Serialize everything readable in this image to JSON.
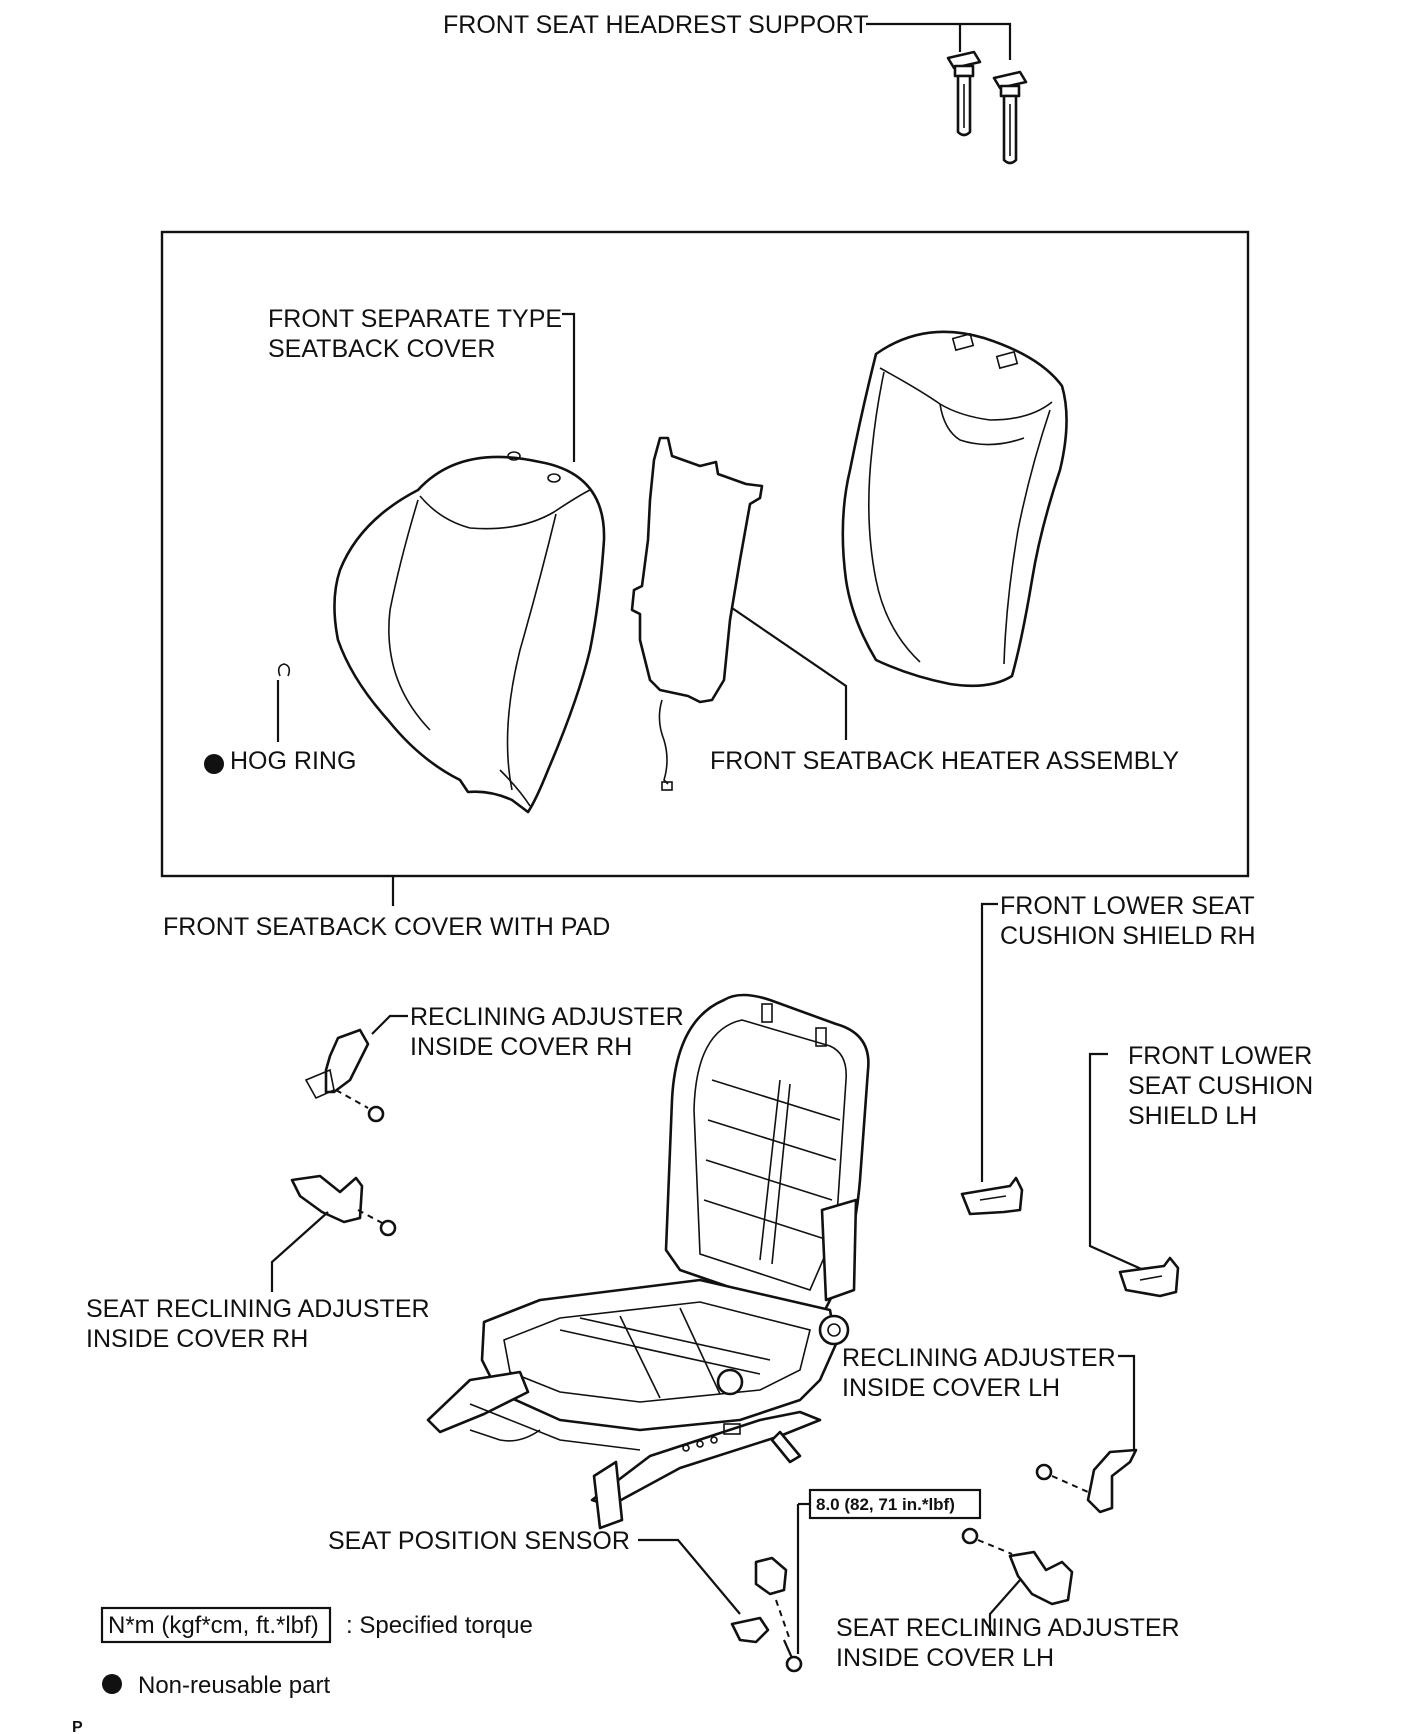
{
  "labels": {
    "headrest_support": "FRONT SEAT HEADREST SUPPORT",
    "separate_cover_1": "FRONT SEPARATE TYPE",
    "separate_cover_2": "SEATBACK COVER",
    "hog_ring": "HOG RING",
    "heater_assembly": "FRONT SEATBACK HEATER ASSEMBLY",
    "cover_with_pad": "FRONT SEATBACK COVER WITH PAD",
    "lower_shield_rh_1": "FRONT LOWER SEAT",
    "lower_shield_rh_2": "CUSHION SHIELD RH",
    "lower_shield_lh_1": "FRONT LOWER",
    "lower_shield_lh_2": "SEAT CUSHION",
    "lower_shield_lh_3": "SHIELD LH",
    "recl_inside_rh_1": "RECLINING ADJUSTER",
    "recl_inside_rh_2": "INSIDE COVER RH",
    "seat_recl_inside_rh_1": "SEAT RECLINING ADJUSTER",
    "seat_recl_inside_rh_2": "INSIDE COVER RH",
    "recl_inside_lh_1": "RECLINING ADJUSTER",
    "recl_inside_lh_2": "INSIDE COVER LH",
    "seat_position_sensor": "SEAT POSITION SENSOR",
    "torque_value": "8.0 (82, 71 in.*lbf)",
    "seat_recl_inside_lh_1": "SEAT RECLINING ADJUSTER",
    "seat_recl_inside_lh_2": "INSIDE COVER LH"
  },
  "legend": {
    "torque_units": "N*m (kgf*cm, ft.*lbf)",
    "torque_desc": ": Specified torque",
    "nonreusable_desc": "Non-reusable part"
  },
  "page_mark": "P"
}
